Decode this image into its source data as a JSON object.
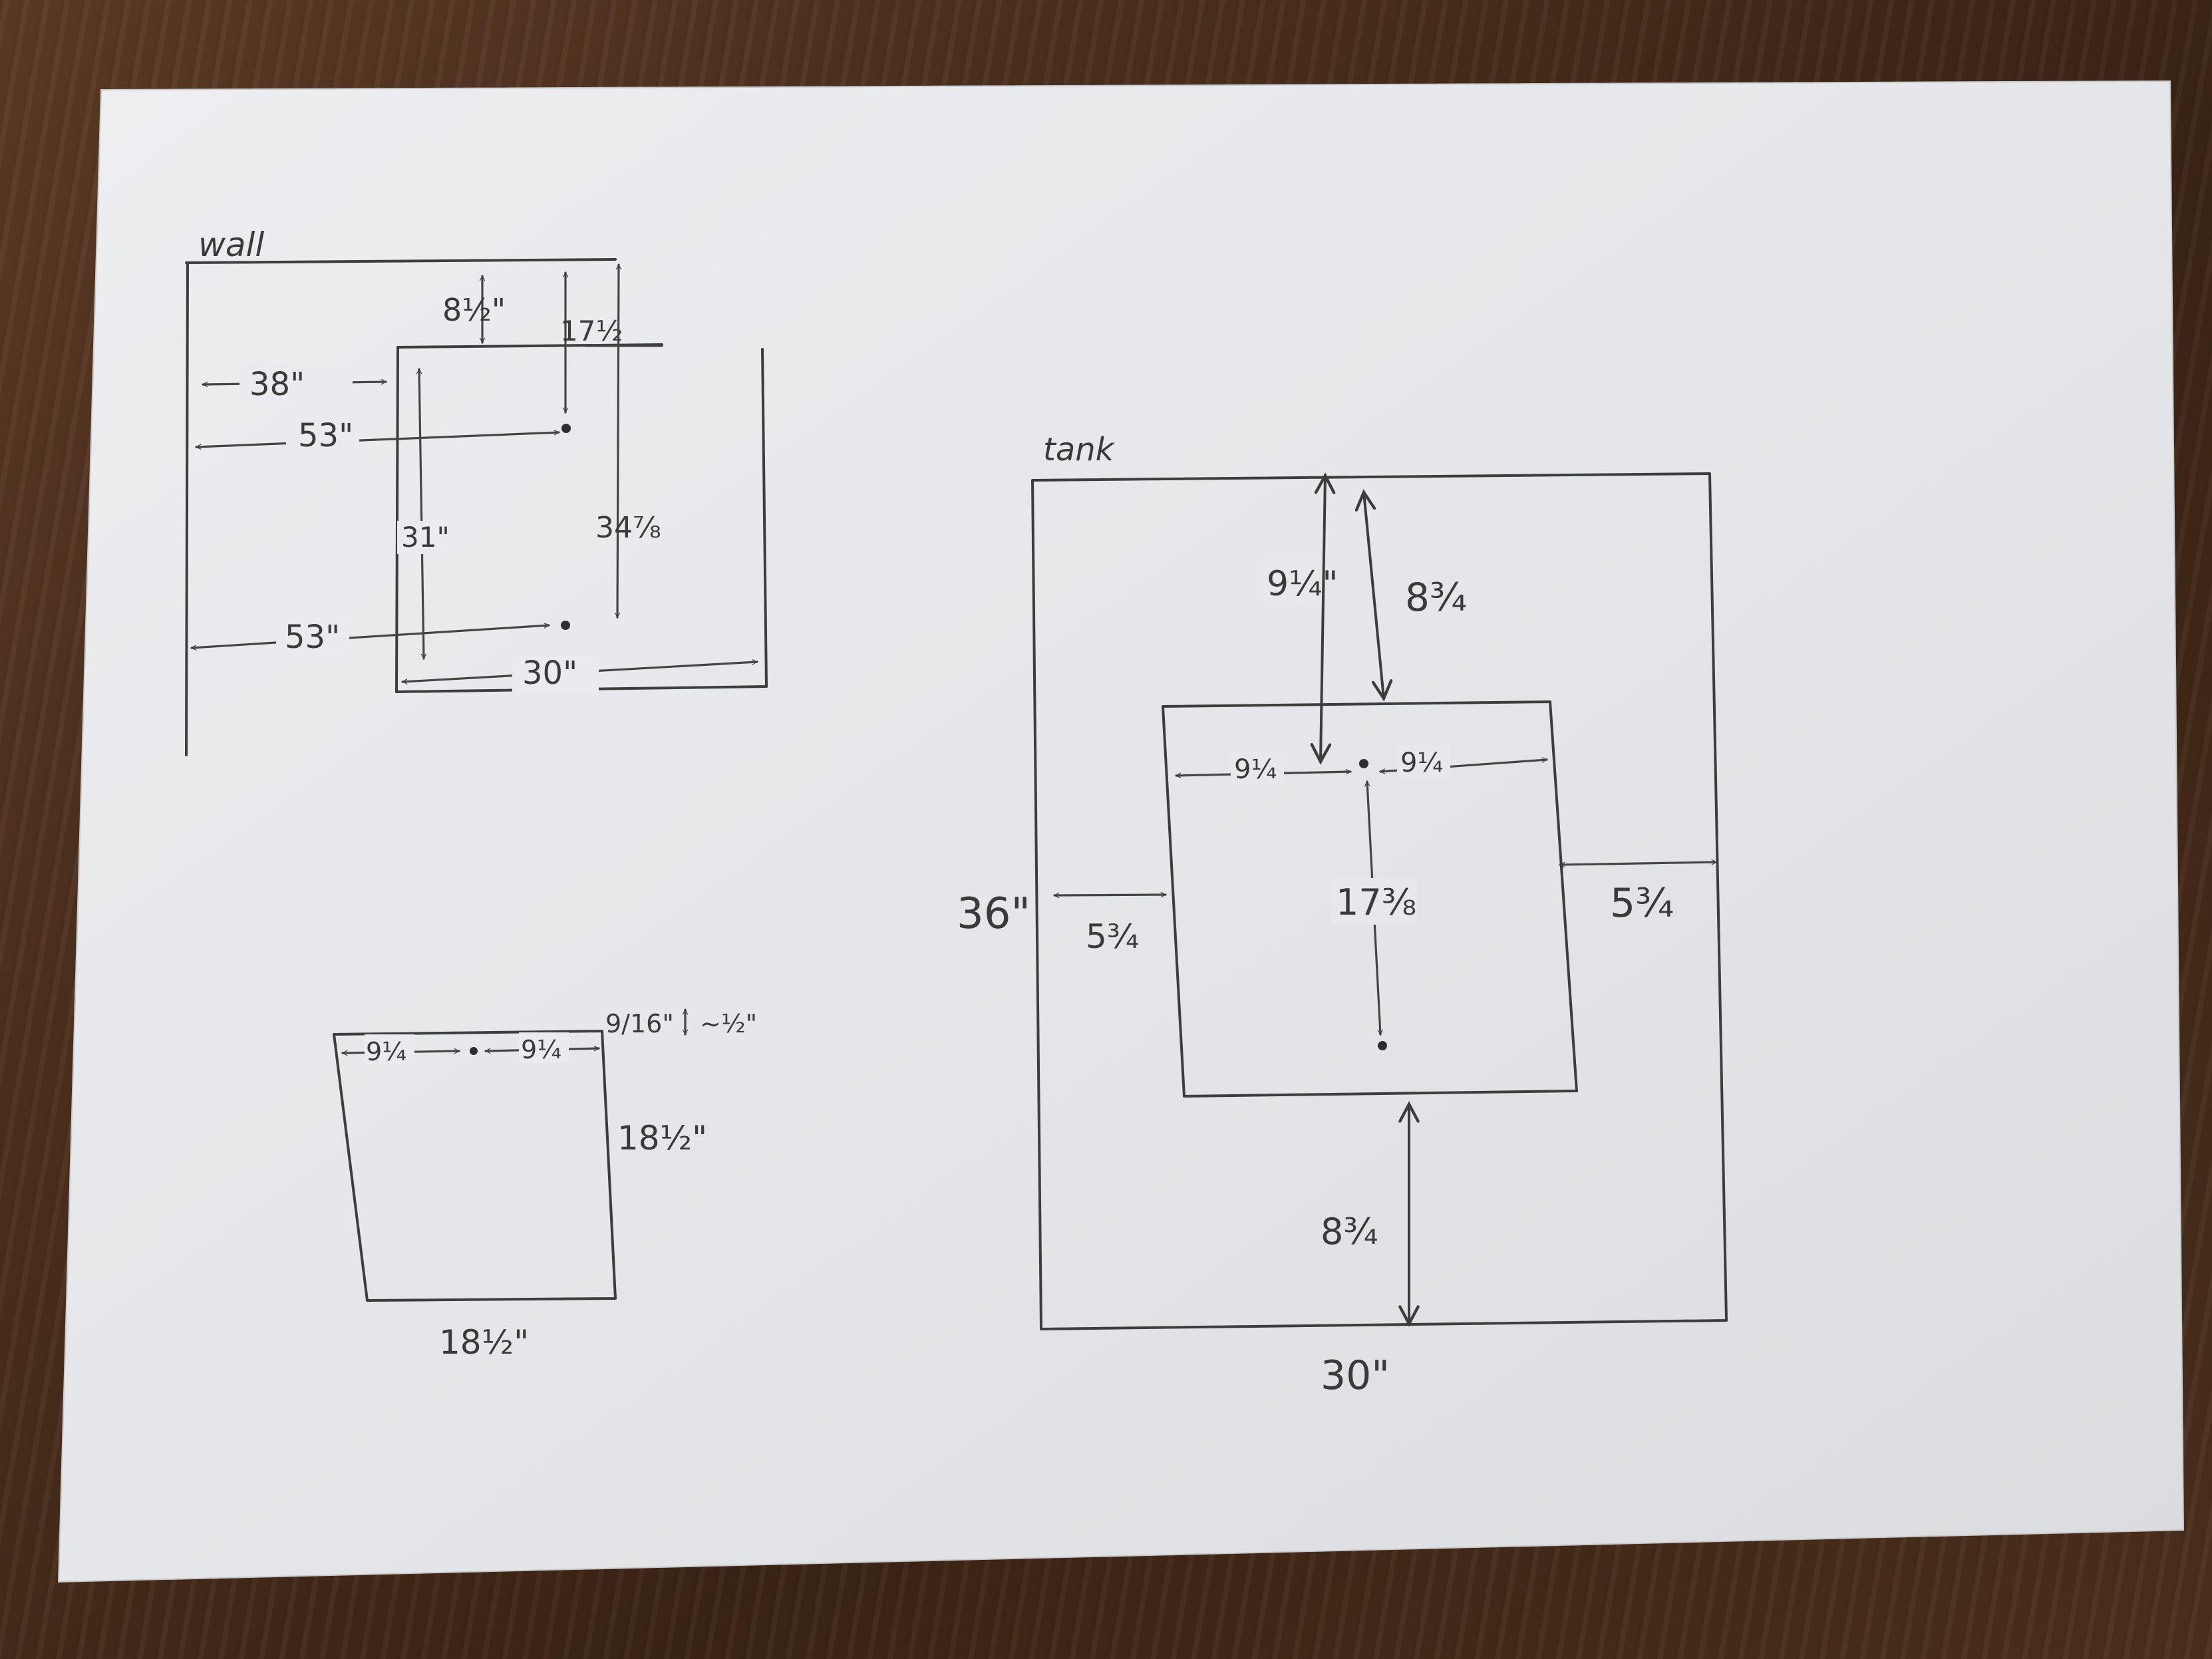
{
  "sketches": {
    "wall": {
      "title": "wall",
      "labels": {
        "top_gap": "8½\"",
        "top_to_upper_point": "17½",
        "left_to_frame": "38\"",
        "left_to_upper_point": "53\"",
        "frame_height": "31\"",
        "top_to_lower_point": "34⅞",
        "left_to_lower_point": "53\"",
        "frame_width": "30\""
      }
    },
    "tank": {
      "title": "tank",
      "labels": {
        "height": "36\"",
        "width": "30\"",
        "top_to_point": "9¼\"",
        "top_to_box": "8¾",
        "point_left": "9¼",
        "point_right": "9¼",
        "point_to_point": "17⅜",
        "left_margin": "5¾",
        "right_margin": "5¾",
        "bottom_margin": "8¾"
      }
    },
    "panel": {
      "labels": {
        "left_to_point": "9¼",
        "point_to_right": "9¼",
        "top_offset": "9/16\"",
        "top_offset_approx": "~½\"",
        "height": "18½\"",
        "width": "18½\""
      }
    }
  }
}
